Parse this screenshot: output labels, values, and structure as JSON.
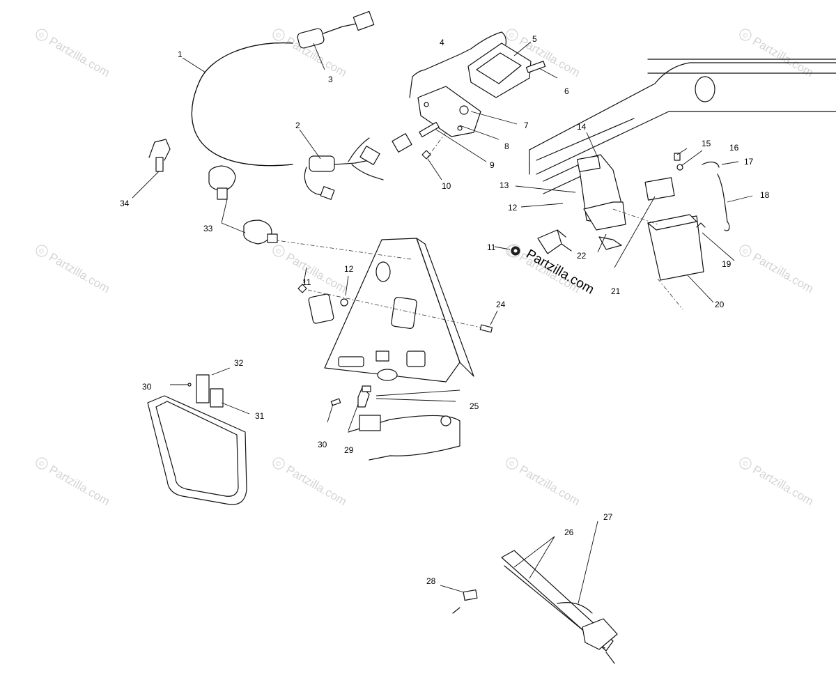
{
  "diagram": {
    "watermark_text": "Partzilla.com",
    "watermark_symbol": "©",
    "brand_text": "Partzilla.com",
    "callouts": [
      "1",
      "2",
      "3",
      "4",
      "5",
      "6",
      "7",
      "8",
      "9",
      "10",
      "11",
      "12",
      "13",
      "14",
      "15",
      "16",
      "17",
      "18",
      "19",
      "20",
      "21",
      "22",
      "24",
      "25",
      "26",
      "27",
      "28",
      "29",
      "30",
      "31",
      "32",
      "33",
      "34"
    ]
  }
}
